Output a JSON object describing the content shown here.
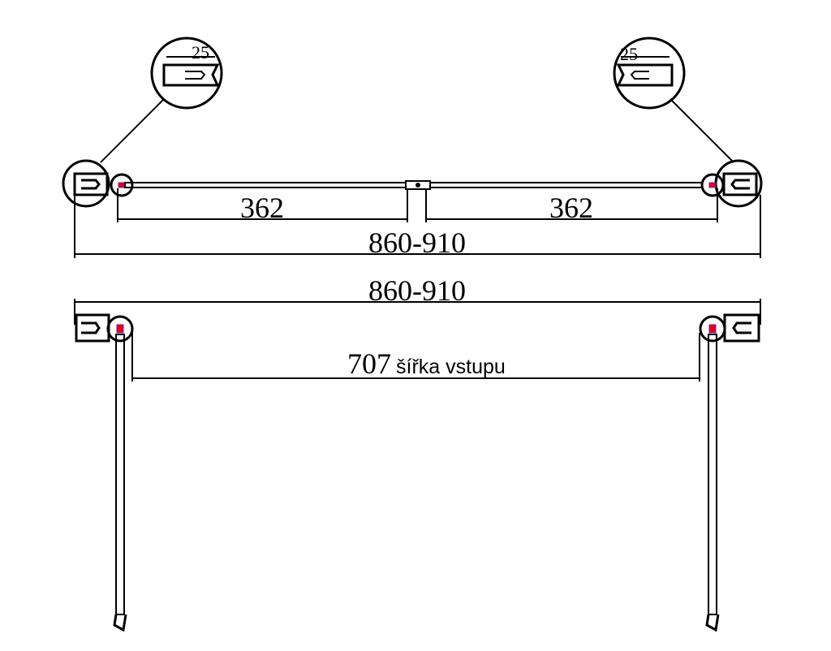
{
  "top_view": {
    "detail_left_label": "25",
    "detail_right_label": "25",
    "panel_left_width": "362",
    "panel_right_width": "362",
    "total_width": "860-910"
  },
  "bottom_view": {
    "total_width": "860-910",
    "entry_width_value": "707",
    "entry_width_label": "šířka vstupu"
  },
  "colors": {
    "line": "#000000",
    "seal_red": "#e0001a",
    "seal_purple": "#7a1fa0"
  }
}
